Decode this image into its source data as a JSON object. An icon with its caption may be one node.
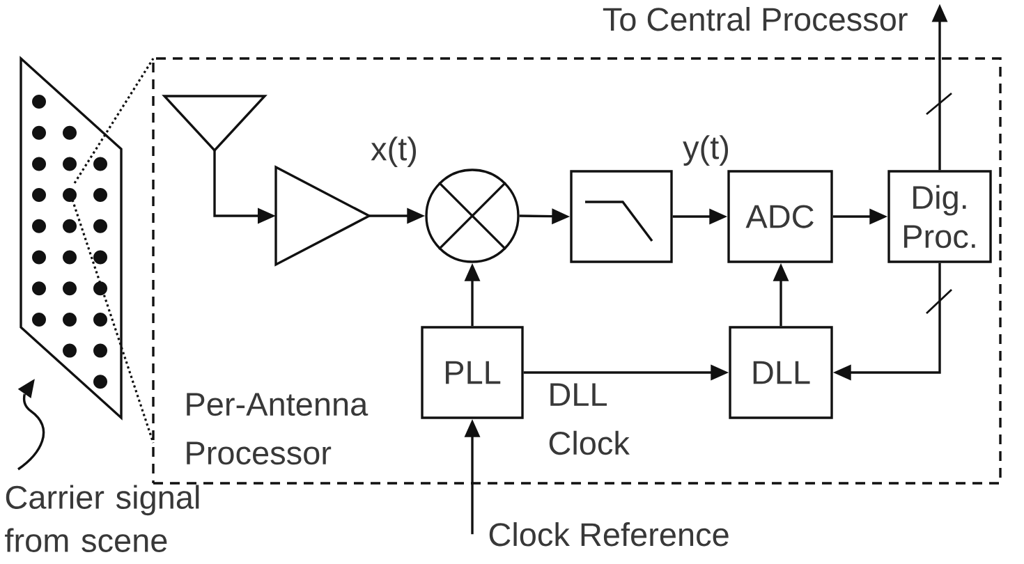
{
  "diagram": {
    "nodes": [
      {
        "text": [],
        "shape": "picture"
      },
      {
        "text": [
          "Per-Antenna Processor"
        ]
      },
      {
        "text": [],
        "shape": "triangle",
        "in": 1
      },
      {
        "text": [],
        "shape": "triangle",
        "in": 1
      },
      {
        "text": [],
        "shape": "circle",
        "in": 1
      },
      {
        "text": [],
        "shape": "box",
        "in": 1
      },
      {
        "text": [
          "ADC"
        ],
        "in": 1
      },
      {
        "text": [
          "Dig. Proc."
        ],
        "in": 1
      },
      {
        "text": [
          "PLL"
        ],
        "in": 1
      },
      {
        "text": [
          "DLL"
        ],
        "in": 1
      },
      {
        "text": [
          "To Central Processor"
        ]
      },
      {
        "text": [
          "Clock Reference"
        ]
      },
      {
        "text": [
          "Carrier signal from scene"
        ]
      }
    ],
    "edges": [
      {
        "from": 0,
        "to": 1,
        "arrow": "none",
        "style": "dashed"
      },
      {
        "from": 0,
        "to": 1,
        "arrow": "none",
        "style": "dashed"
      },
      {
        "from": 2,
        "to": 3,
        "arrow": "to"
      },
      {
        "from": 3,
        "to": 4,
        "arrow": "to",
        "label": "x(t)"
      },
      {
        "from": 4,
        "to": 5,
        "arrow": "to"
      },
      {
        "from": 5,
        "to": 6,
        "arrow": "to",
        "label": "y(t)"
      },
      {
        "from": 6,
        "to": 7,
        "arrow": "to"
      },
      {
        "from": 7,
        "to": 10,
        "arrow": "to"
      },
      {
        "from": 8,
        "to": 4,
        "arrow": "to"
      },
      {
        "from": 8,
        "to": 9,
        "arrow": "to",
        "label": "DLL Clock"
      },
      {
        "from": 9,
        "to": 6,
        "arrow": "to"
      },
      {
        "from": 7,
        "to": 9,
        "arrow": "to"
      },
      {
        "from": 11,
        "to": 8,
        "arrow": "to"
      },
      {
        "from": 12,
        "to": 0,
        "arrow": "to"
      }
    ]
  }
}
